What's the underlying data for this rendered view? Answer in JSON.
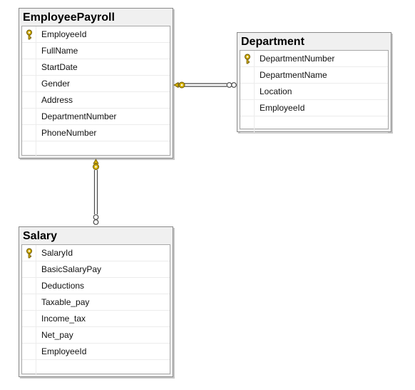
{
  "tables": {
    "employee_payroll": {
      "title": "EmployeePayroll",
      "columns": [
        "EmployeeId",
        "FullName",
        "StartDate",
        "Gender",
        "Address",
        "DepartmentNumber",
        "PhoneNumber"
      ],
      "primary_key": "EmployeeId"
    },
    "department": {
      "title": "Department",
      "columns": [
        "DepartmentNumber",
        "DepartmentName",
        "Location",
        "EmployeeId"
      ],
      "primary_key": "DepartmentNumber"
    },
    "salary": {
      "title": "Salary",
      "columns": [
        "SalaryId",
        "BasicSalaryPay",
        "Deductions",
        "Taxable_pay",
        "Income_tax",
        "Net_pay",
        "EmployeeId"
      ],
      "primary_key": "SalaryId"
    }
  },
  "relationships": [
    {
      "from": "EmployeePayroll",
      "to": "Department",
      "from_end": "key",
      "to_end": "infinity"
    },
    {
      "from": "EmployeePayroll",
      "to": "Salary",
      "from_end": "key",
      "to_end": "infinity"
    }
  ],
  "colors": {
    "key": "#d4b106",
    "key_outline": "#6b5500",
    "line": "#4a4a4a",
    "table_frame": "#f0f0f0"
  }
}
